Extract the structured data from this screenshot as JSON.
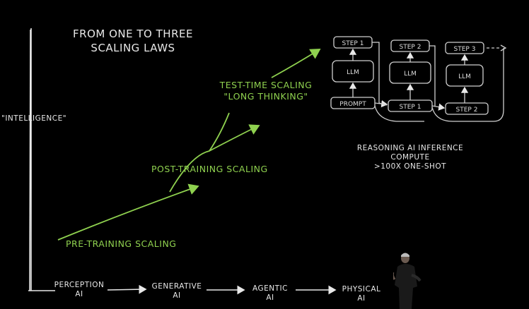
{
  "title_line1": "FROM ONE TO THREE",
  "title_line2": "SCALING LAWS",
  "y_axis_label": "\"INTELLIGENCE\"",
  "scaling": {
    "pre_training": "PRE-TRAINING SCALING",
    "post_training": "POST-TRAINING SCALING",
    "test_time_line1": "TEST-TIME SCALING",
    "test_time_line2": "\"LONG THINKING\""
  },
  "stages": [
    {
      "line1": "PERCEPTION",
      "line2": "AI"
    },
    {
      "line1": "GENERATIVE",
      "line2": "AI"
    },
    {
      "line1": "AGENTIC",
      "line2": "AI"
    },
    {
      "line1": "PHYSICAL",
      "line2": "AI"
    }
  ],
  "reasoning_diagram": {
    "top_steps": [
      "STEP 1",
      "STEP 2",
      "STEP 3"
    ],
    "llm": "LLM",
    "prompt": "PROMPT",
    "bottom_steps": [
      "STEP 1",
      "STEP 2"
    ]
  },
  "reasoning_caption": {
    "line1": "REASONING AI INFERENCE",
    "line2": "COMPUTE",
    "line3": ">100X ONE-SHOT"
  },
  "colors": {
    "background": "#000000",
    "chalk": "#e8e8e8",
    "accent_green": "#8fd14f"
  }
}
